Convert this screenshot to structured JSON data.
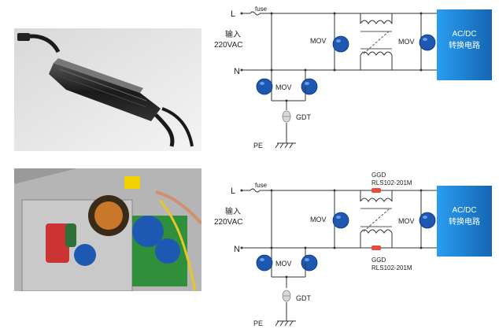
{
  "circuits": [
    {
      "line_label": "L",
      "neutral_label": "N",
      "fuse_label": "fuse",
      "input_label_1": "输入",
      "input_label_2": "220VAC",
      "mov_label": "MOV",
      "gdt_label": "GDT",
      "pe_label": "PE",
      "ggd_labels": [],
      "acdc_line1": "AC/DC",
      "acdc_line2": "转换电路"
    },
    {
      "line_label": "L",
      "neutral_label": "N",
      "fuse_label": "fuse",
      "input_label_1": "输入",
      "input_label_2": "220VAC",
      "mov_label": "MOV",
      "gdt_label": "GDT",
      "pe_label": "PE",
      "ggd_labels": [
        "GGD",
        "RLS102-201M"
      ],
      "acdc_line1": "AC/DC",
      "acdc_line2": "转换电路"
    }
  ],
  "colors": {
    "acdc_block": "#1a7fd4",
    "mov": "#1d59b3",
    "ggd": "#e84c3d",
    "gdt": "#c8c8c8"
  }
}
